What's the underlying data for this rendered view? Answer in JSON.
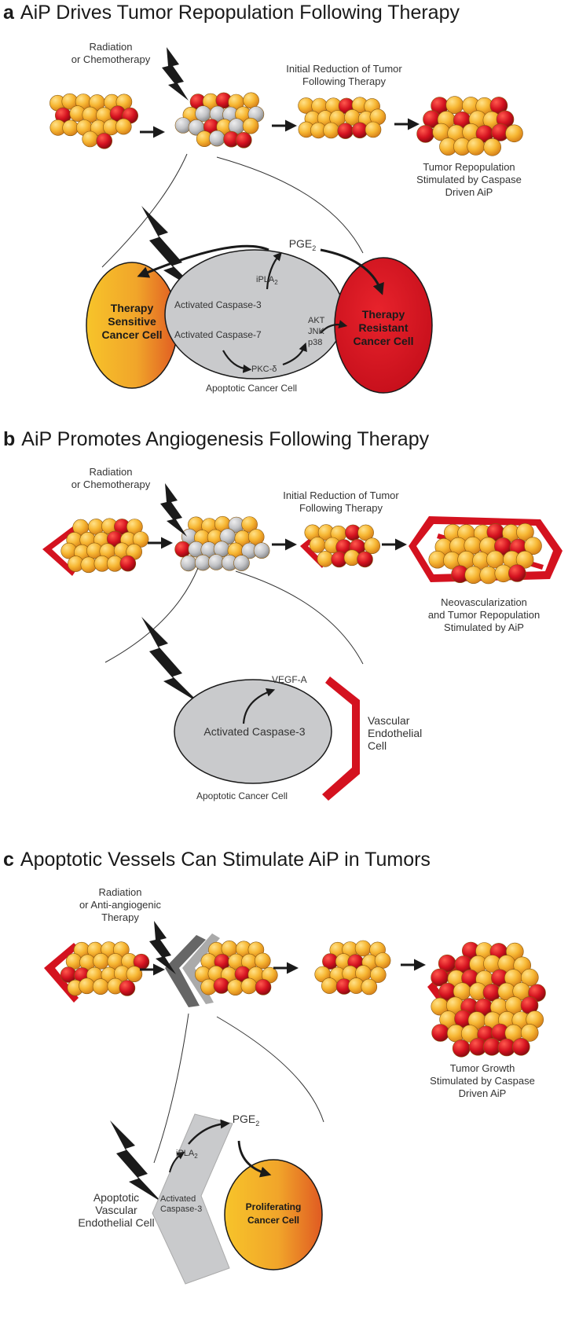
{
  "panels": {
    "a": {
      "letter": "a",
      "title": "AiP Drives Tumor Repopulation Following Therapy",
      "trigger_line1": "Radiation",
      "trigger_line2": "or Chemotherapy",
      "initial_line1": "Initial Reduction of Tumor",
      "initial_line2": "Following Therapy",
      "result_line1": "Tumor Repopulation",
      "result_line2": "Stimulated by Caspase",
      "result_line3": "Driven AiP",
      "pge2": "PGE",
      "pge2_sub": "2",
      "ipla2": "iPLA",
      "ipla2_sub": "2",
      "caspase3": "Activated Caspase-3",
      "caspase7": "Activated Caspase-7",
      "pkc": "PKC-δ",
      "akt": "AKT",
      "jnk": "JNK",
      "p38": "p38",
      "apoptotic": "Apoptotic Cancer Cell",
      "sensitive_line1": "Therapy",
      "sensitive_line2": "Sensitive",
      "sensitive_line3": "Cancer Cell",
      "resistant_line1": "Therapy",
      "resistant_line2": "Resistant",
      "resistant_line3": "Cancer Cell"
    },
    "b": {
      "letter": "b",
      "title": "AiP Promotes Angiogenesis Following Therapy",
      "trigger_line1": "Radiation",
      "trigger_line2": "or Chemotherapy",
      "initial_line1": "Initial Reduction of Tumor",
      "initial_line2": "Following Therapy",
      "result_line1": "Neovascularization",
      "result_line2": "and Tumor Repopulation",
      "result_line3": "Stimulated by AiP",
      "vegf": "VEGF-A",
      "caspase3": "Activated Caspase-3",
      "vascular_line1": "Vascular",
      "vascular_line2": "Endothelial",
      "vascular_line3": "Cell",
      "apoptotic": "Apoptotic Cancer Cell"
    },
    "c": {
      "letter": "c",
      "title": "Apoptotic Vessels Can Stimulate AiP in Tumors",
      "trigger_line1": "Radiation",
      "trigger_line2": "or Anti-angiogenic",
      "trigger_line3": "Therapy",
      "result_line1": "Tumor Growth",
      "result_line2": "Stimulated by Caspase",
      "result_line3": "Driven AiP",
      "pge2": "PGE",
      "pge2_sub": "2",
      "ipla2": "iPLA",
      "ipla2_sub": "2",
      "caspase_line1": "Activated",
      "caspase_line2": "Caspase-3",
      "apoptotic_line1": "Apoptotic",
      "apoptotic_line2": "Vascular",
      "apoptotic_line3": "Endothelial Cell",
      "proliferating_line1": "Proliferating",
      "proliferating_line2": "Cancer Cell"
    }
  },
  "colors": {
    "tumor_yellow": "#f7b733",
    "tumor_red": "#d4121f",
    "dead_gray": "#c2c3c6",
    "vessel_red": "#d4121f",
    "bolt": "#1a1a1a",
    "cell_gray": "#c9cacc"
  },
  "icons": [
    "lightning-bolt-icon",
    "arrow-right-icon"
  ]
}
